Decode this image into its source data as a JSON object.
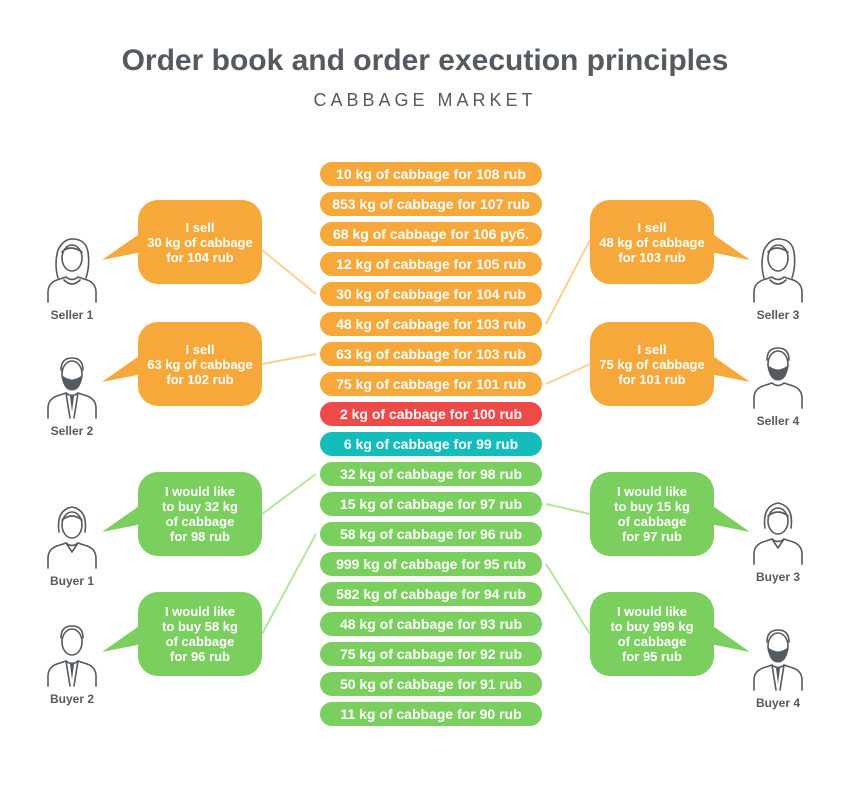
{
  "title": "Order book and order execution principles",
  "subtitle": "CABBAGE MARKET",
  "colors": {
    "sell": "#f6a83a",
    "buy": "#7bcf5e",
    "best_sell": "#ef4a4a",
    "best_buy": "#14bcbc",
    "text": "#545a61",
    "line_sell": "#fbd091",
    "line_buy": "#b4e69c"
  },
  "orders": [
    {
      "text": "10 kg of cabbage for 108 rub",
      "side": "sell"
    },
    {
      "text": "853 kg of cabbage for 107 rub",
      "side": "sell"
    },
    {
      "text": "68 kg of cabbage for 106 руб.",
      "side": "sell"
    },
    {
      "text": "12 kg of cabbage for 105 rub",
      "side": "sell"
    },
    {
      "text": "30 kg of cabbage for 104 rub",
      "side": "sell"
    },
    {
      "text": "48 kg of cabbage for 103 rub",
      "side": "sell"
    },
    {
      "text": "63 kg of cabbage for 103 rub",
      "side": "sell"
    },
    {
      "text": "75 kg of cabbage for 101 rub",
      "side": "sell"
    },
    {
      "text": "2 kg of cabbage for 100 rub",
      "side": "best_sell"
    },
    {
      "text": "6 kg of cabbage for 99 rub",
      "side": "best_buy"
    },
    {
      "text": "32 kg of cabbage for 98 rub",
      "side": "buy"
    },
    {
      "text": "15 kg of cabbage for 97 rub",
      "side": "buy"
    },
    {
      "text": "58 kg of cabbage for 96 rub",
      "side": "buy"
    },
    {
      "text": "999 kg of cabbage for 95 rub",
      "side": "buy"
    },
    {
      "text": "582 kg of cabbage for 94 rub",
      "side": "buy"
    },
    {
      "text": "48 kg of cabbage for 93 rub",
      "side": "buy"
    },
    {
      "text": "75 kg of cabbage for 92 rub",
      "side": "buy"
    },
    {
      "text": "50 kg of cabbage for 91 rub",
      "side": "buy"
    },
    {
      "text": "11 kg of cabbage for 90 rub",
      "side": "buy"
    }
  ],
  "participants": [
    {
      "label": "Seller 1",
      "bubble": "I sell\n30 kg of cabbage\nfor 104 rub",
      "side": "sell",
      "figure": "woman",
      "order_index": 4
    },
    {
      "label": "Seller 2",
      "bubble": "I sell\n63 kg of cabbage\nfor 102 rub",
      "side": "sell",
      "figure": "man-beard-suit",
      "order_index": 6
    },
    {
      "label": "Buyer 1",
      "bubble": "I would like\nto buy 32 kg\nof cabbage\nfor 98 rub",
      "side": "buy",
      "figure": "woman-short",
      "order_index": 10
    },
    {
      "label": "Buyer 2",
      "bubble": "I would like\nto buy 58 kg\nof cabbage\nfor 96 rub",
      "side": "buy",
      "figure": "man-suit",
      "order_index": 12
    },
    {
      "label": "Seller 3",
      "bubble": "I sell\n48 kg of cabbage\nfor 103 rub",
      "side": "sell",
      "figure": "woman",
      "order_index": 5
    },
    {
      "label": "Seller 4",
      "bubble": "I sell\n75 kg of cabbage\nfor 101 rub",
      "side": "sell",
      "figure": "man-beard",
      "order_index": 7
    },
    {
      "label": "Buyer 3",
      "bubble": "I would like\nto buy 15 kg\nof cabbage\nfor 97 rub",
      "side": "buy",
      "figure": "woman-short",
      "order_index": 11
    },
    {
      "label": "Buyer 4",
      "bubble": "I would like\nto buy 999 kg\nof cabbage\nfor 95 rub",
      "side": "buy",
      "figure": "man-beard-suit",
      "order_index": 13
    }
  ]
}
